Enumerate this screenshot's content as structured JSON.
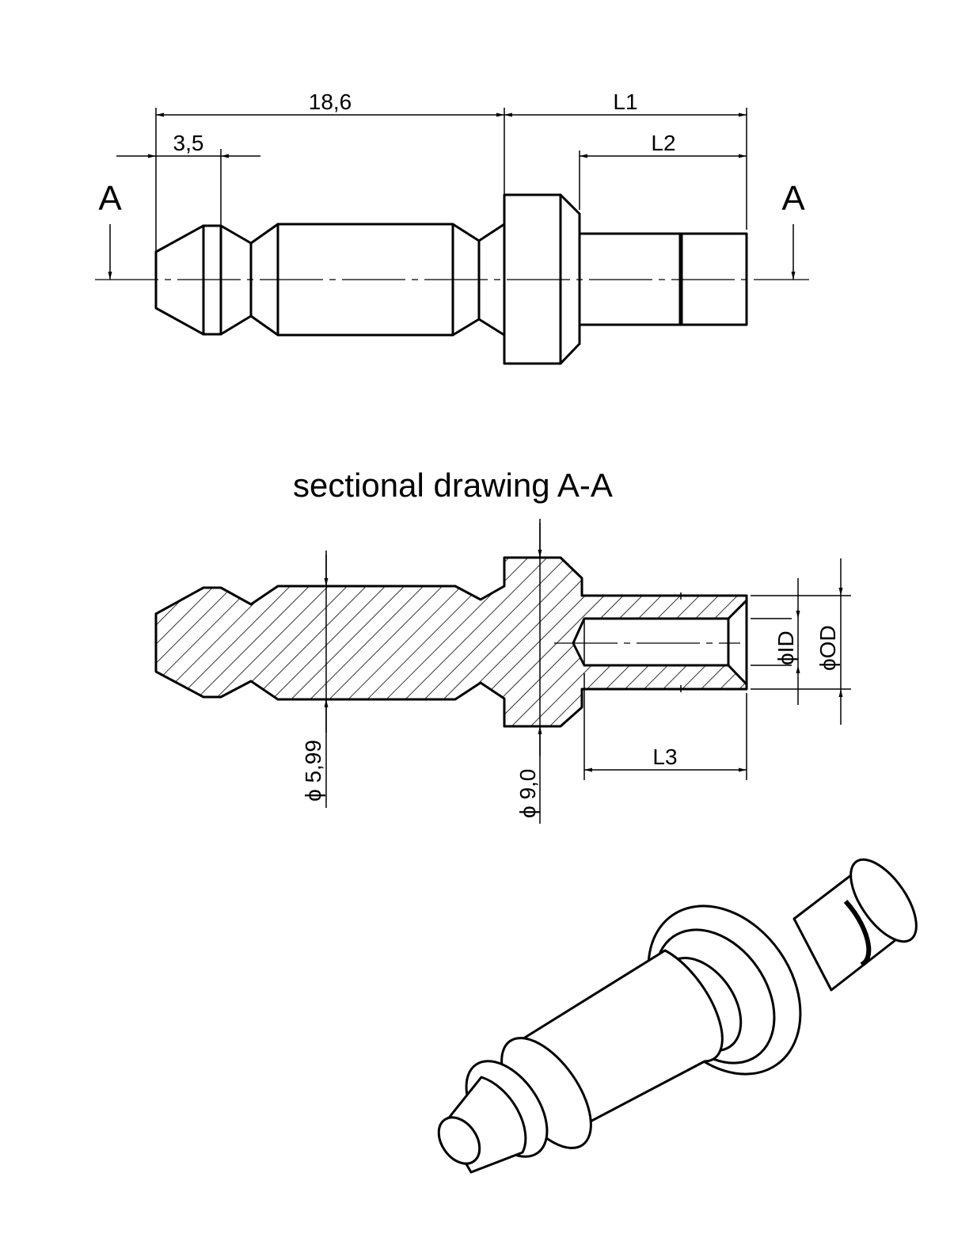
{
  "labels": {
    "dim_18_6": "18,6",
    "dim_3_5": "3,5",
    "dim_L1": "L1",
    "dim_L2": "L2",
    "dim_L3": "L3",
    "section_left": "A",
    "section_right": "A",
    "section_title": "sectional drawing A-A",
    "dia_5_99": "ϕ 5,99",
    "dia_9_0": "ϕ 9,0",
    "dia_ID": "ϕID",
    "dia_OD": "ϕOD"
  }
}
